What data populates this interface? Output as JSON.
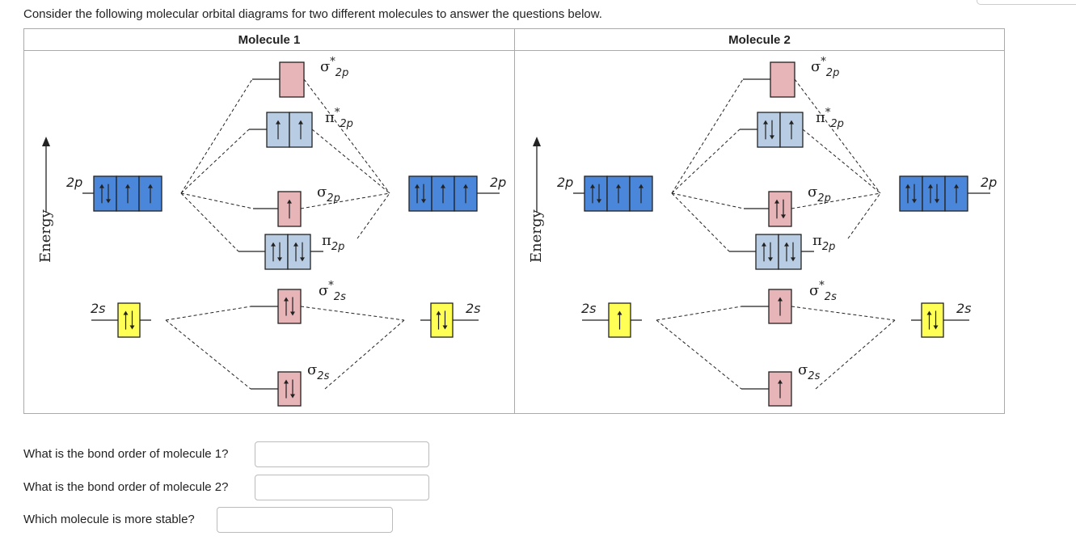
{
  "intro": "Consider the following molecular orbital diagrams for two different molecules to answer the questions below.",
  "molecules": [
    {
      "title": "Molecule 1",
      "energy_label": "Energy",
      "orbitals": {
        "sigma_star_2p": {
          "label_main": "σ",
          "label_sup": "*",
          "label_sub": "2p",
          "electrons": 0,
          "color": "#e7b4b8"
        },
        "pi_star_2p": {
          "label_main": "π",
          "label_sup": "*",
          "label_sub": "2p",
          "electrons": 2,
          "color": "#b8cce4"
        },
        "sigma_2p": {
          "label_main": "σ",
          "label_sup": "",
          "label_sub": "2p",
          "electrons": 1,
          "color": "#e7b4b8"
        },
        "pi_2p": {
          "label_main": "π",
          "label_sup": "",
          "label_sub": "2p",
          "electrons": 4,
          "color": "#b8cce4"
        },
        "sigma_star_2s": {
          "label_main": "σ",
          "label_sup": "*",
          "label_sub": "2s",
          "electrons": 2,
          "color": "#e7b4b8"
        },
        "sigma_2s": {
          "label_main": "σ",
          "label_sup": "",
          "label_sub": "2s",
          "electrons": 2,
          "color": "#e7b4b8"
        }
      },
      "atom_left": {
        "label_2p": "2p",
        "label_2s": "2s",
        "electrons_2p": 4,
        "electrons_2s": 2
      },
      "atom_right": {
        "label_2p": "2p",
        "label_2s": "2s",
        "electrons_2p": 4,
        "electrons_2s": 2
      }
    },
    {
      "title": "Molecule 2",
      "energy_label": "Energy",
      "orbitals": {
        "sigma_star_2p": {
          "label_main": "σ",
          "label_sup": "*",
          "label_sub": "2p",
          "electrons": 0,
          "color": "#e7b4b8"
        },
        "pi_star_2p": {
          "label_main": "π",
          "label_sup": "*",
          "label_sub": "2p",
          "electrons": 3,
          "color": "#b8cce4"
        },
        "sigma_2p": {
          "label_main": "σ",
          "label_sup": "",
          "label_sub": "2p",
          "electrons": 2,
          "color": "#e7b4b8"
        },
        "pi_2p": {
          "label_main": "π",
          "label_sup": "",
          "label_sub": "2p",
          "electrons": 4,
          "color": "#b8cce4"
        },
        "sigma_star_2s": {
          "label_main": "σ",
          "label_sup": "*",
          "label_sub": "2s",
          "electrons": 1,
          "color": "#e7b4b8"
        },
        "sigma_2s": {
          "label_main": "σ",
          "label_sup": "",
          "label_sub": "2s",
          "electrons": 1,
          "color": "#e7b4b8"
        }
      },
      "atom_left": {
        "label_2p": "2p",
        "label_2s": "2s",
        "electrons_2p": 4,
        "electrons_2s": 1
      },
      "atom_right": {
        "label_2p": "2p",
        "label_2s": "2s",
        "electrons_2p": 5,
        "electrons_2s": 2
      }
    }
  ],
  "colors": {
    "atomic_2p": "#4a86d9",
    "atomic_2s": "#ffff55",
    "bonding_pi": "#b8cce4",
    "sigma": "#e7b4b8"
  },
  "questions": [
    {
      "text": "What is the bond order of molecule 1?",
      "value": ""
    },
    {
      "text": "What is the bond order of molecule 2?",
      "value": ""
    },
    {
      "text": "Which molecule is more stable?",
      "value": ""
    }
  ]
}
